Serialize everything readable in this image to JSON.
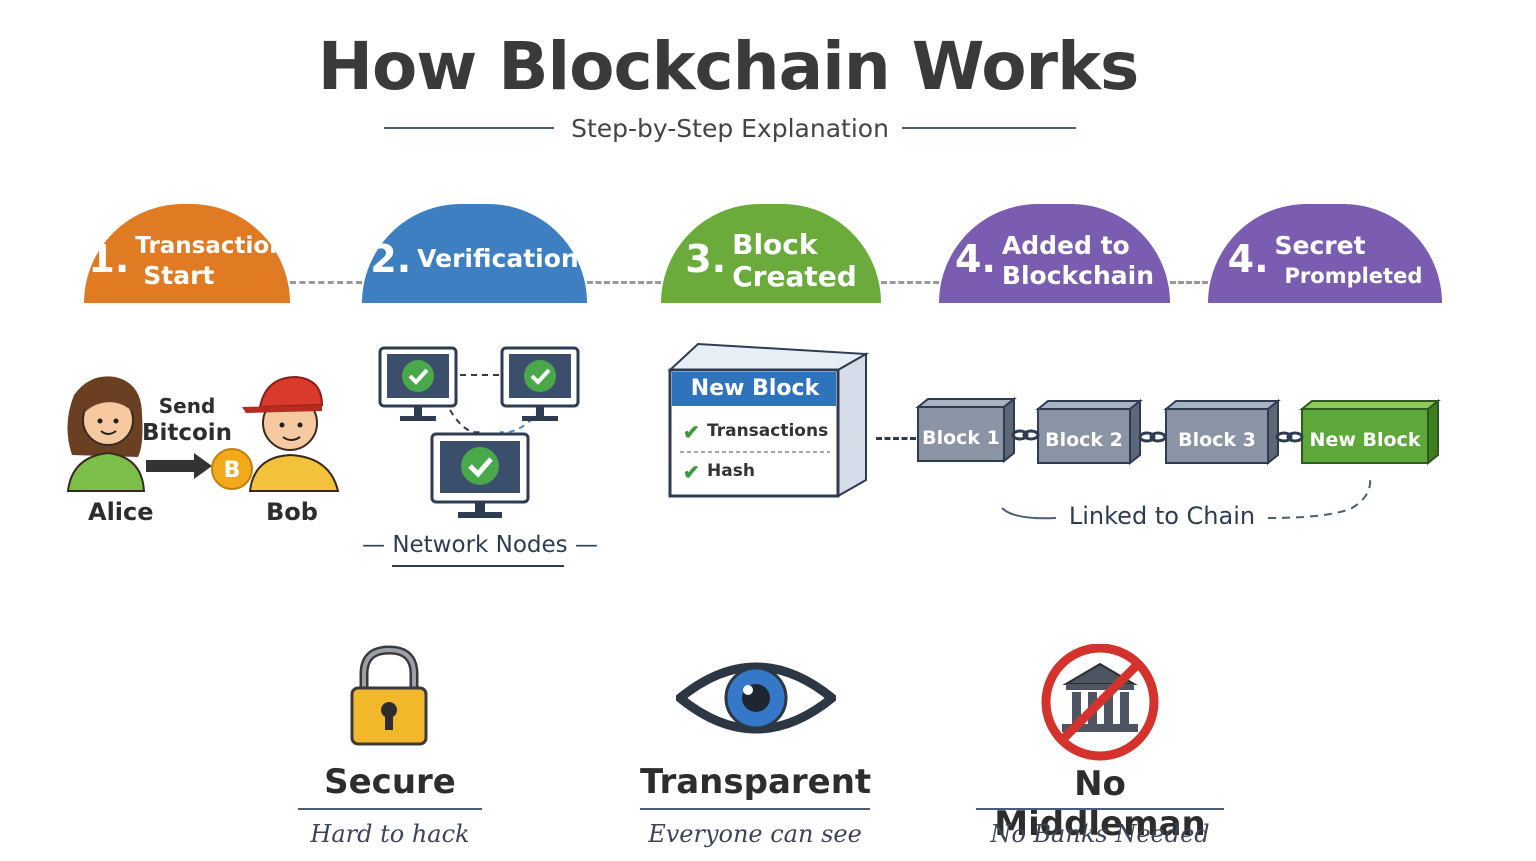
{
  "header": {
    "title": "How Blockchain Works",
    "subtitle": "Step-by-Step Explanation"
  },
  "steps": [
    {
      "number": "1.",
      "line1": "Transaction",
      "line2": "Start",
      "color": "#e07b24"
    },
    {
      "number": "2.",
      "line1": "Verification",
      "line2": "",
      "color": "#3d7fc1"
    },
    {
      "number": "3.",
      "line1": "Block",
      "line2": "Created",
      "color": "#6aab3c"
    },
    {
      "number": "4.",
      "line1": "Added to",
      "line2": "Blockchain",
      "color": "#7a5cb0"
    },
    {
      "number": "4.",
      "line1": "Secret",
      "line2": "Prompleted",
      "color": "#7a5cb0"
    }
  ],
  "transaction": {
    "sender": "Alice",
    "receiver": "Bob",
    "action_line1": "Send",
    "action_line2": "Bitcoin",
    "coin_symbol": "B"
  },
  "verification": {
    "label": "Network Nodes"
  },
  "new_block": {
    "title": "New Block",
    "items": [
      "Transactions",
      "Hash"
    ]
  },
  "chain": {
    "blocks": [
      "Block 1",
      "Block 2",
      "Block 3",
      "New Block"
    ],
    "label": "Linked to Chain"
  },
  "features": [
    {
      "icon": "padlock-icon",
      "title": "Secure",
      "subtitle": "Hard to hack"
    },
    {
      "icon": "eye-icon",
      "title": "Transparent",
      "subtitle": "Everyone can see"
    },
    {
      "icon": "no-bank-icon",
      "title": "No Middleman",
      "subtitle": "No Banks Needed"
    }
  ]
}
